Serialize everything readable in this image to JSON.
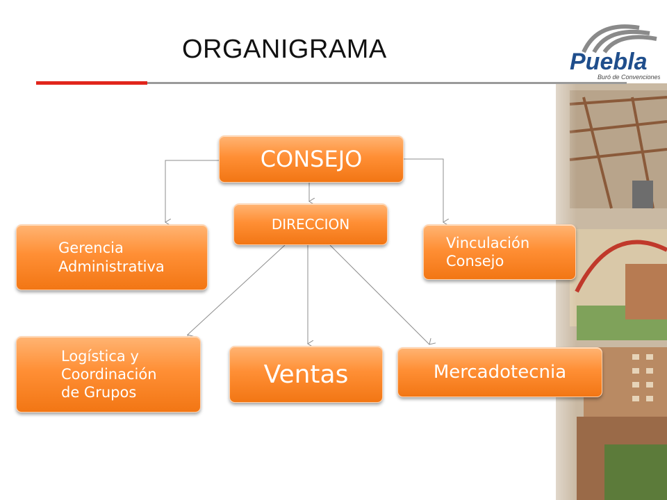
{
  "title": "ORGANIGRAMA",
  "logo": {
    "brand": "Puebla",
    "tagline": "Buró de Convenciones"
  },
  "nodes": {
    "consejo": "CONSEJO",
    "direccion": "DIRECCION",
    "gerencia": "Gerencia\n    Administrativa",
    "vinculacion": "Vinculación\n    Consejo",
    "logistica": "Logística y\n       Coordinación\n         de Grupos",
    "ventas": "Ventas",
    "mercadotecnia": "Mercadotecnia"
  },
  "colors": {
    "accent_red": "#e1251b",
    "node_orange": "#f58220",
    "rule_gray": "#9a9a9a",
    "logo_blue": "#1f4e8c"
  }
}
